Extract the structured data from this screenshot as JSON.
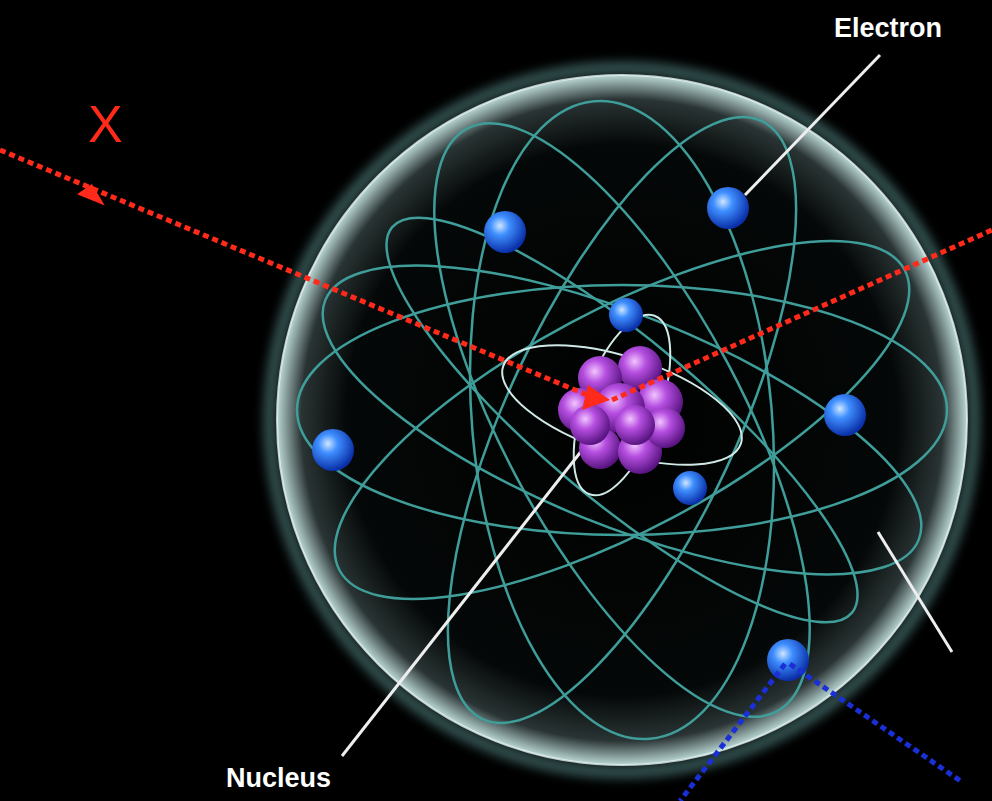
{
  "diagram": {
    "labels": [
      "X",
      "Electron",
      "Nucleus"
    ]
  }
}
